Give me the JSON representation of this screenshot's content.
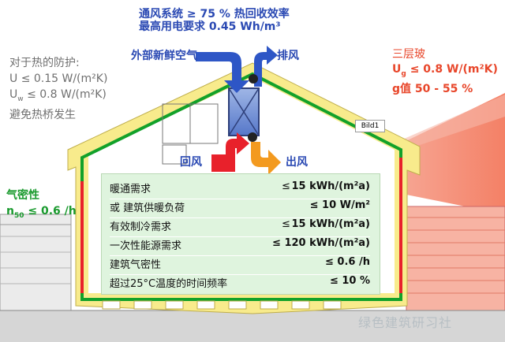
{
  "ventilation": {
    "line1": "通风系统 ≥ 75 % 热回收效率",
    "line2": "最高用电要求 0.45 Wh/m³"
  },
  "airflow": {
    "outside_air": "外部新鲜空气",
    "exhaust": "排风",
    "return_air": "回风",
    "supply_air": "出风"
  },
  "insulation": {
    "title": "对于热的防护:",
    "u_value": "U ≤ 0.15 W/(m²K)",
    "uw_prefix": "U",
    "uw_sub": "w",
    "uw_value": " ≤ 0.8 W/(m²K)",
    "thermal_bridge": "避免热桥发生"
  },
  "glazing": {
    "title": "三层玻",
    "ug_prefix": "U",
    "ug_sub": "g",
    "ug_value": " ≤ 0.8 W/(m²K)",
    "g_value": "g值 50 - 55 %"
  },
  "airtight": {
    "title": "气密性",
    "n_prefix": "n",
    "n_sub": "50",
    "n_value": " ≤ 0.6 /h"
  },
  "tag_label": "Bild1",
  "requirements": [
    {
      "name": "暖通需求",
      "cmp": "≤",
      "value": "15 kWh/(m²a)"
    },
    {
      "name": "或 建筑供暖负荷",
      "cmp": "",
      "value": "≤ 10 W/m²"
    },
    {
      "name": "有效制冷需求",
      "cmp": "≤",
      "value": "15 kWh/(m²a)"
    },
    {
      "name": "一次性能源需求",
      "cmp": "",
      "value": "≤ 120 kWh/(m²a)"
    },
    {
      "name": "建筑气密性",
      "cmp": "",
      "value": "≤ 0.6 /h"
    },
    {
      "name": "超过25°C温度的时间频率",
      "cmp": "",
      "value": "≤  10 %"
    }
  ],
  "watermark": "绿色建筑研习社",
  "colors": {
    "insulation": "#f8eb8c",
    "airtight_line": "#12a12a",
    "sun_rays": "#f26a4b",
    "supply_arrow": "#e8212b",
    "outside_arrow": "#2e56c6",
    "exhaust_arrow": "#f39a1f",
    "text_blue": "#2a49b3",
    "text_red": "#e8462a"
  }
}
